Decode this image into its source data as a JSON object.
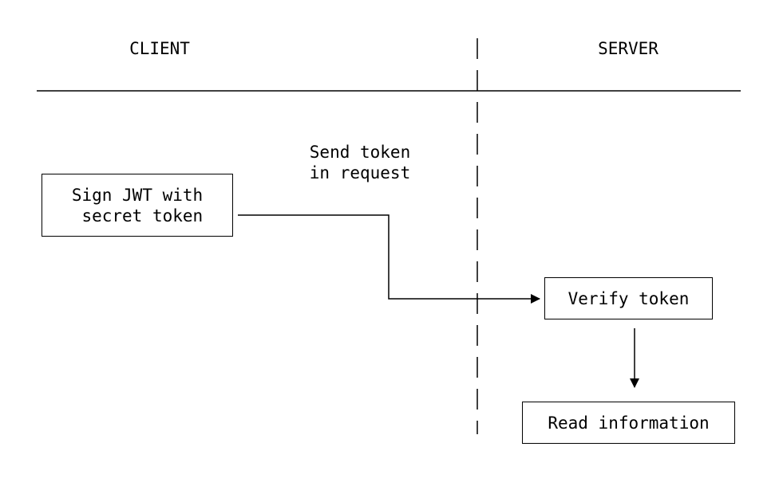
{
  "lanes": {
    "client": "CLIENT",
    "server": "SERVER"
  },
  "nodes": {
    "sign": "Sign JWT with\n secret token",
    "verify": "Verify token",
    "read": "Read information"
  },
  "edges": {
    "send_label": "Send token\nin request"
  },
  "colors": {
    "ink": "#000000",
    "background": "#ffffff"
  }
}
